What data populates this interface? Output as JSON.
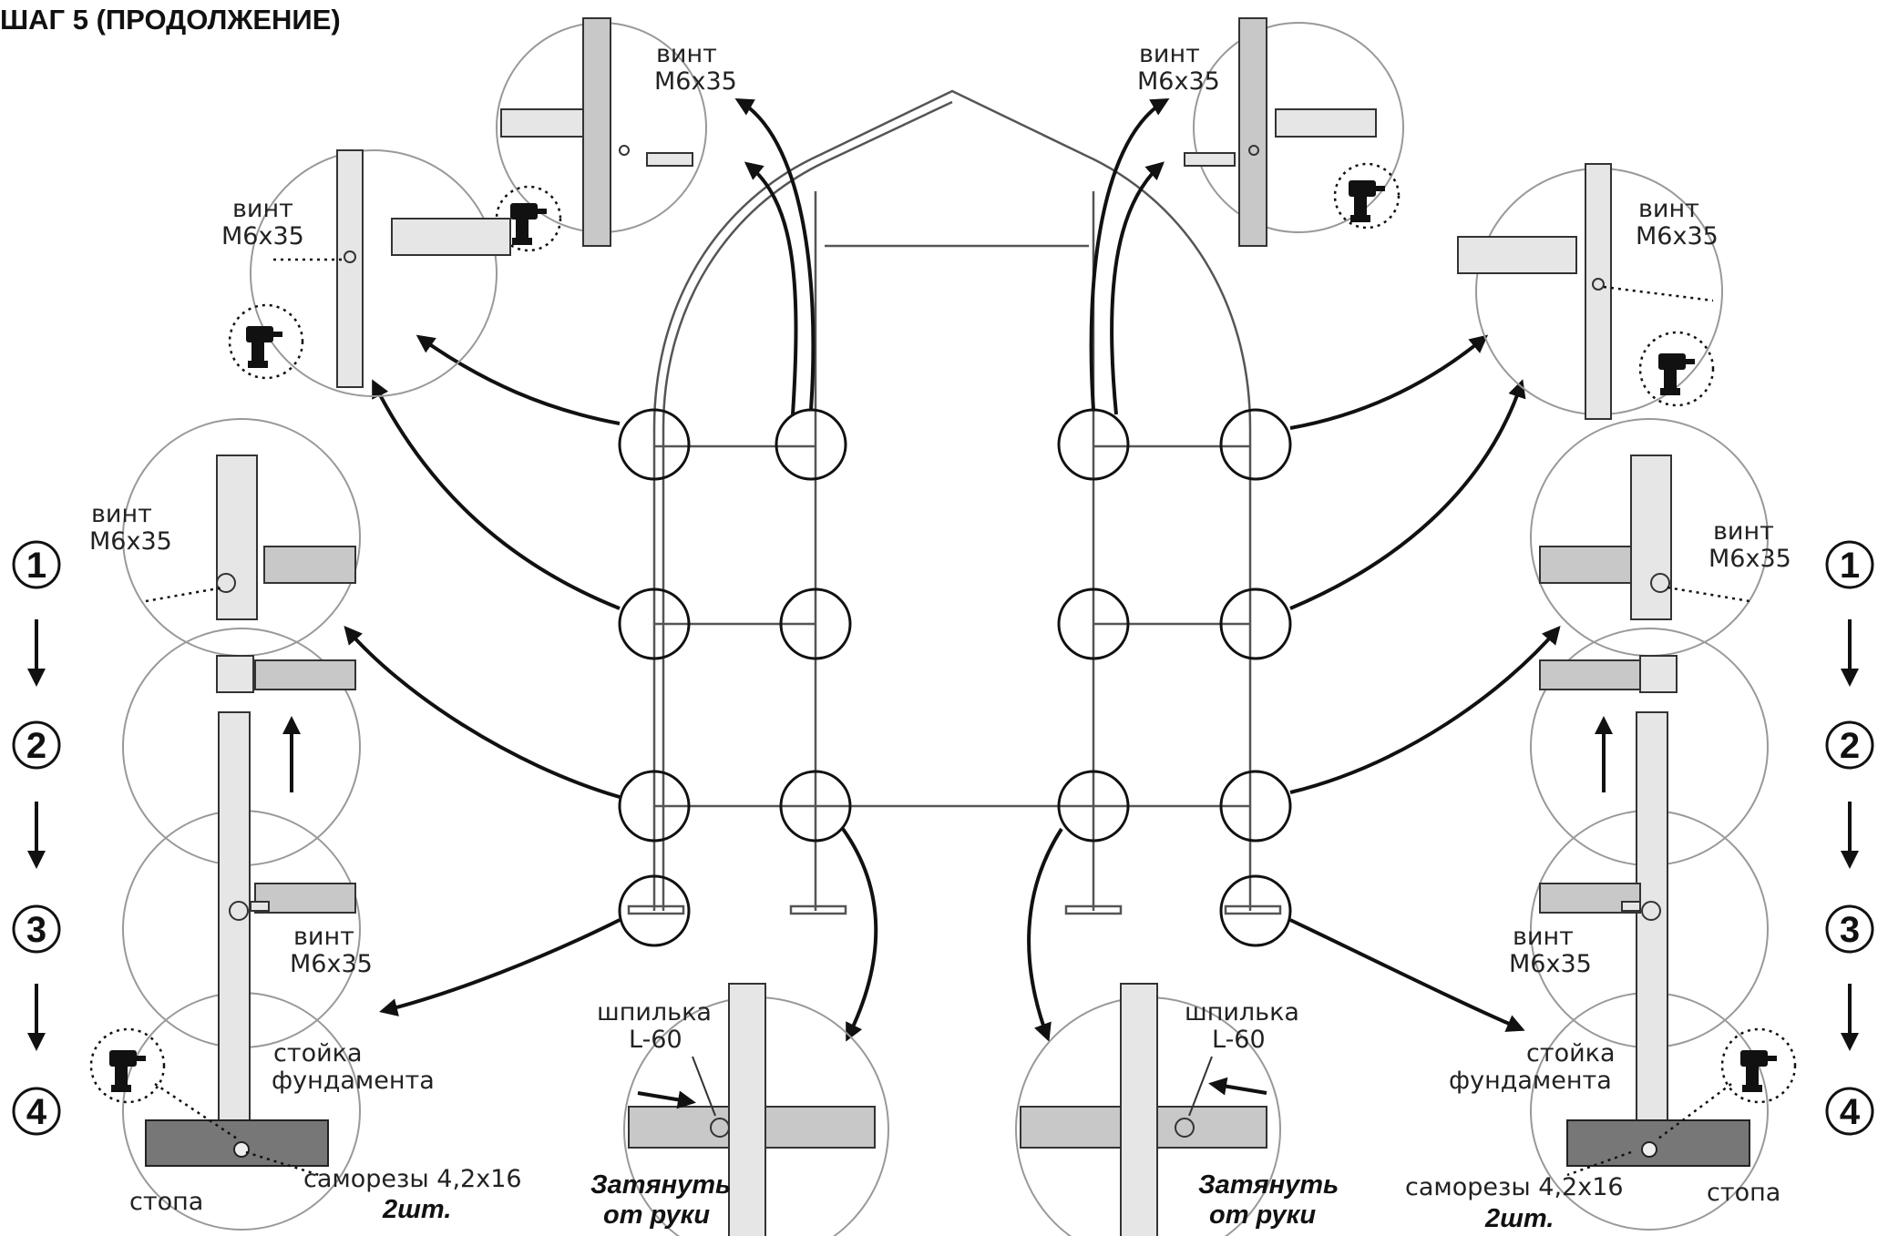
{
  "title": "ШАГ 5 (ПРОДОЛЖЕНИЕ)",
  "labels": {
    "screw_1": "винт",
    "screw_2": "М6х35",
    "pin_1": "шпилька",
    "pin_2": "L-60",
    "tighten_1": "Затянуть",
    "tighten_2": "от руки",
    "post_1": "стойка",
    "post_2": "фундамента",
    "foot": "стопа",
    "screws": "саморезы 4,2х16",
    "qty": "2шт."
  },
  "steps": [
    "1",
    "2",
    "3",
    "4"
  ],
  "icons": {
    "drill": "drill-icon",
    "arrow": "arrow-icon"
  }
}
